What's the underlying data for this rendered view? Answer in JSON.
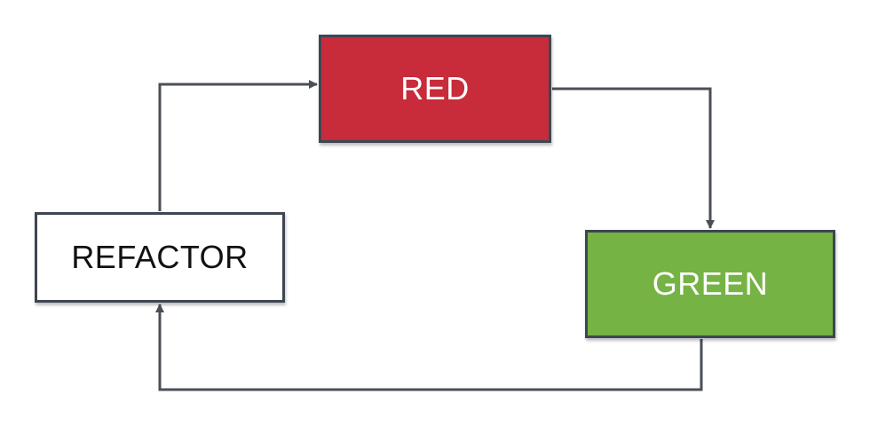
{
  "diagram": {
    "stroke_color": "#4a4f57",
    "nodes": {
      "red": {
        "label": "RED",
        "fill": "#c82b3a",
        "text_color": "#ffffff"
      },
      "green": {
        "label": "GREEN",
        "fill": "#76b345",
        "text_color": "#ffffff"
      },
      "refactor": {
        "label": "REFACTOR",
        "fill": "#ffffff",
        "text_color": "#111111"
      }
    },
    "edges": [
      {
        "from": "red",
        "to": "green"
      },
      {
        "from": "green",
        "to": "refactor"
      },
      {
        "from": "refactor",
        "to": "red"
      }
    ]
  }
}
